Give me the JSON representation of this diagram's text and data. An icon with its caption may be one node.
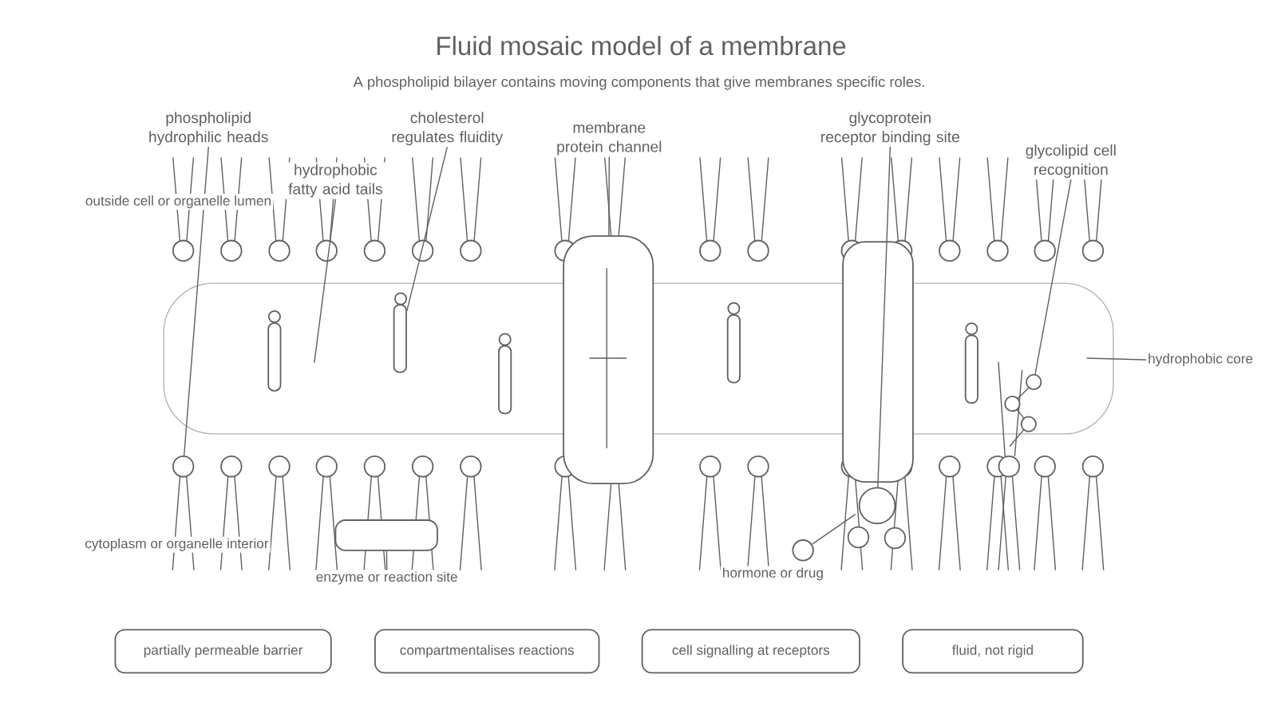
{
  "diagram": {
    "title": "Fluid mosaic model of a membrane",
    "caption": "A phospholipid bilayer contains moving components that give membranes specific roles.",
    "nodes": [
      {
        "text": [
          "phospholipid hydrophilic heads"
        ]
      },
      {
        "text": [
          "hydrophobic fatty acid tails"
        ]
      },
      {
        "text": [
          "cholesterol regulates fluidity"
        ]
      },
      {
        "text": [
          "membrane protein channel"
        ]
      },
      {
        "text": [
          "glycoprotein receptor binding site"
        ]
      },
      {
        "text": [
          "glycolipid cell recognition"
        ]
      },
      {
        "text": [
          "hydrophobic core"
        ]
      },
      {
        "text": [
          "enzyme or reaction site"
        ]
      },
      {
        "text": [
          "partially permeable barrier"
        ]
      },
      {
        "text": [
          "compartmentalises reactions"
        ]
      },
      {
        "text": [
          "cell signalling at receptors"
        ]
      },
      {
        "text": [
          "fluid, not rigid"
        ]
      },
      {
        "text": [],
        "shape": "box"
      },
      {
        "text": [],
        "shape": "circle"
      },
      {
        "text": [],
        "shape": "bar",
        "in": 12
      },
      {
        "text": [],
        "shape": "box"
      },
      {
        "text": [],
        "shape": "circle"
      },
      {
        "text": [],
        "shape": "circle",
        "in": 12
      },
      {
        "text": [],
        "shape": "box"
      }
    ],
    "edges": [
      {
        "from": 0,
        "to": 13,
        "arrow": "none"
      },
      {
        "from": 1,
        "to": 12,
        "arrow": "none"
      },
      {
        "from": 2,
        "to": 14,
        "arrow": "none"
      },
      {
        "from": 3,
        "to": 15,
        "arrow": "none"
      },
      {
        "from": 4,
        "to": 16,
        "arrow": "none"
      },
      {
        "from": 5,
        "to": 17,
        "arrow": "none"
      },
      {
        "from": 6,
        "to": 12,
        "arrow": "none"
      },
      {
        "from": 7,
        "to": 18,
        "arrow": "none"
      }
    ],
    "labels": [
      "outside cell or organelle lumen",
      "cytoplasm or organelle interior",
      "hormone or drug"
    ]
  }
}
